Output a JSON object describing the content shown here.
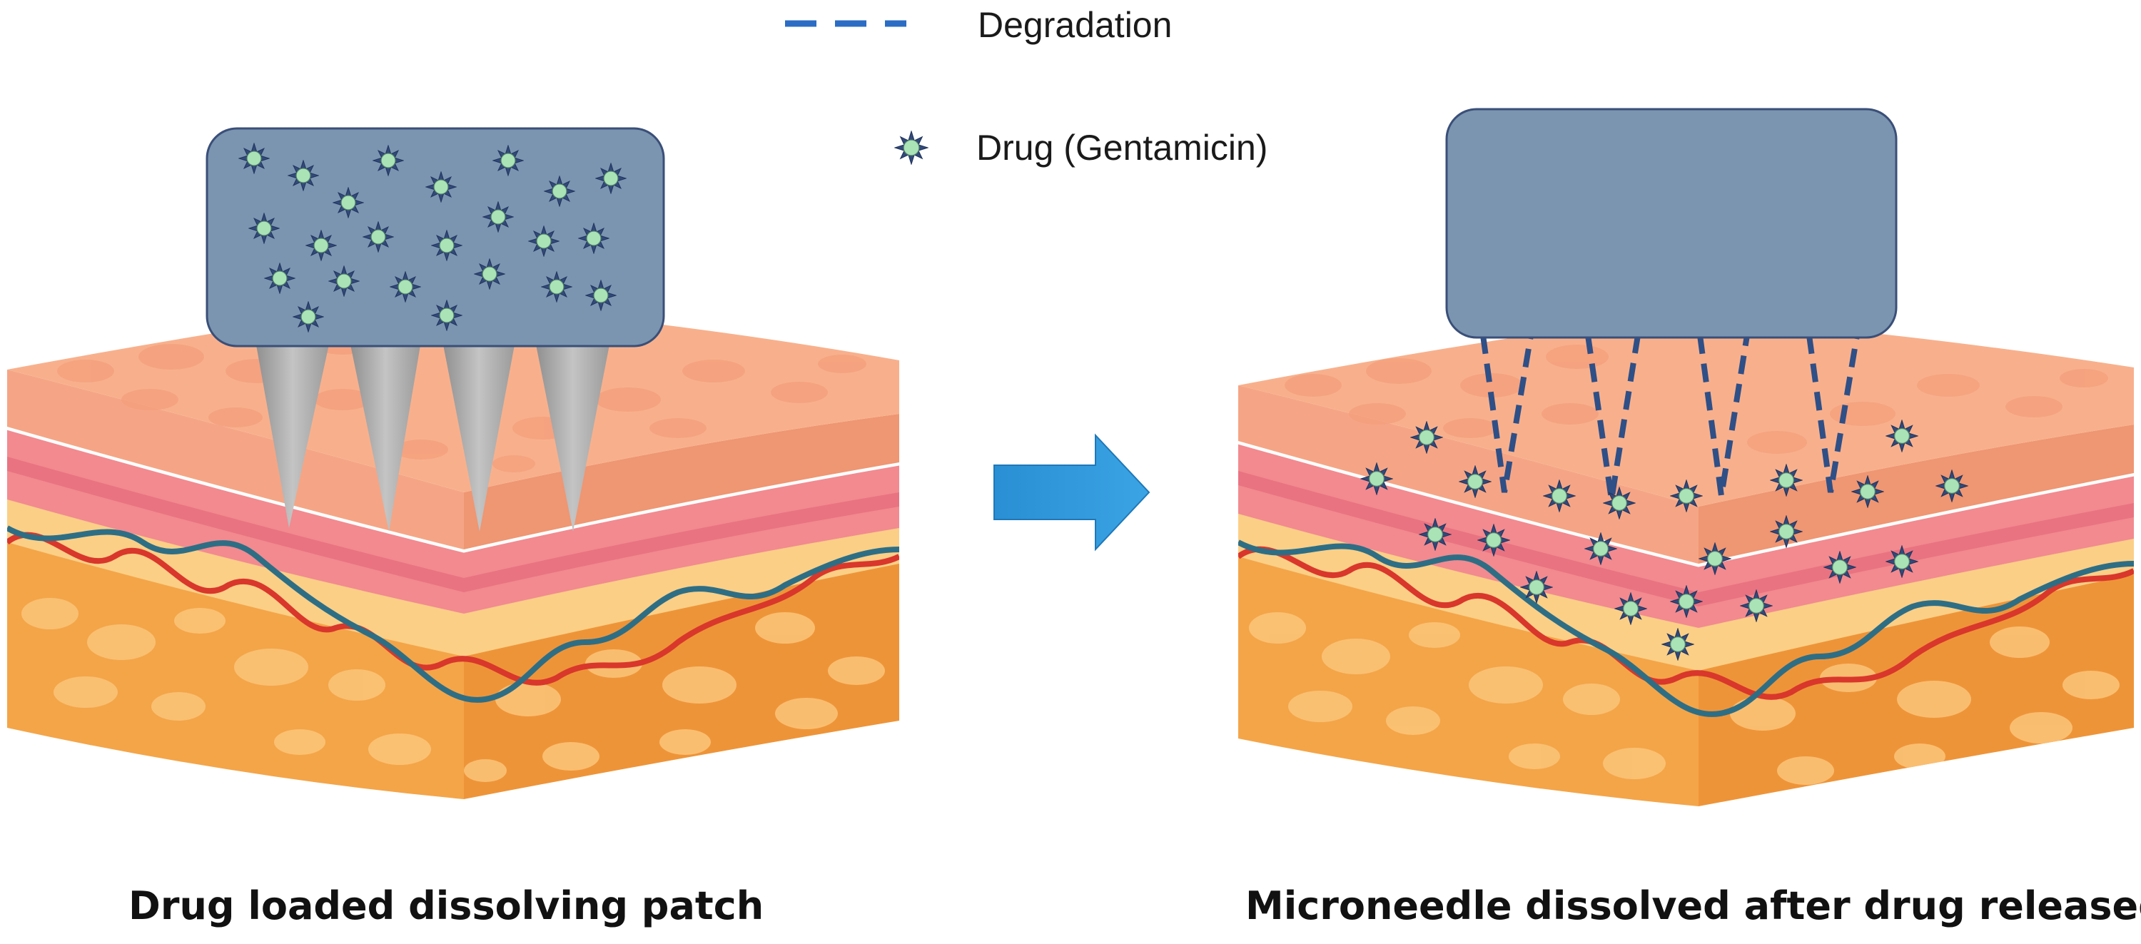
{
  "legend": {
    "degradation_label": "Degradation",
    "drug_label": "Drug (Gentamicin)",
    "drug_icon": "drug-particle-icon",
    "degradation_color": "#2b6cc4"
  },
  "panels": {
    "left_caption": "Drug loaded dissolving patch",
    "right_caption": "Microneedle dissolved after drug released"
  },
  "colors": {
    "patch": "#7b95b0",
    "patch_outline": "#3a4f78",
    "needle": "#a9a9a9",
    "drug_core": "#a9e3b6",
    "drug_spikes": "#334a7a",
    "arrow": "#2a93d5",
    "vessel_red": "#d9372b",
    "vessel_teal": "#2e6e85"
  }
}
